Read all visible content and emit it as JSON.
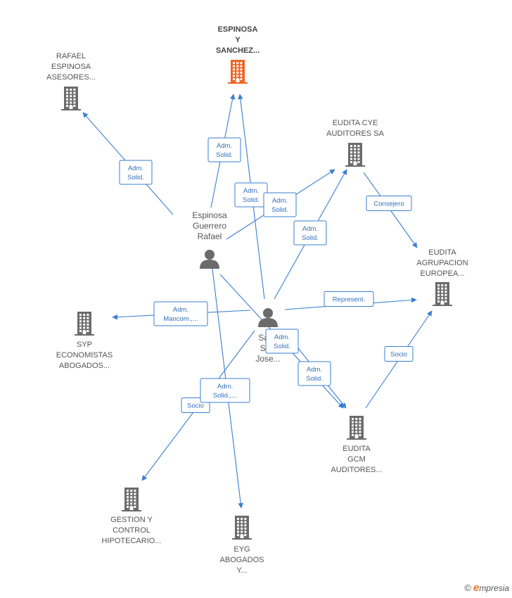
{
  "colors": {
    "edge": "#3a7fd0",
    "company": "#6b6b6b",
    "focus_company": "#f26322",
    "person": "#6b6b6b"
  },
  "nodes": [
    {
      "id": "espinosa-sanchez",
      "kind": "company-focus",
      "label": [
        "ESPINOSA",
        "Y",
        "SANCHEZ..."
      ]
    },
    {
      "id": "rafael-espinosa-asesores",
      "kind": "company",
      "label": [
        "RAFAEL",
        "ESPINOSA",
        "ASESORES..."
      ]
    },
    {
      "id": "eudita-cye",
      "kind": "company",
      "label": [
        "EUDITA CYE",
        "AUDITORES SA"
      ]
    },
    {
      "id": "eudita-agrupacion",
      "kind": "company",
      "label": [
        "EUDITA",
        "AGRUPACION",
        "EUROPEA..."
      ]
    },
    {
      "id": "syp-economistas",
      "kind": "company",
      "label": [
        "SYP",
        "ECONOMISTAS",
        "ABOGADOS..."
      ]
    },
    {
      "id": "eudita-gcm",
      "kind": "company",
      "label": [
        "EUDITA",
        "GCM",
        "AUDITORES..."
      ]
    },
    {
      "id": "gestion-control",
      "kind": "company",
      "label": [
        "GESTION Y",
        "CONTROL",
        "HIPOTECARIO..."
      ]
    },
    {
      "id": "eyg-abogados",
      "kind": "company",
      "label": [
        "EYG",
        "ABOGADOS",
        "Y..."
      ]
    },
    {
      "id": "espinosa-guerrero",
      "kind": "person",
      "label": [
        "Espinosa",
        "Guerrero",
        "Rafael"
      ]
    },
    {
      "id": "sanchez-serrano",
      "kind": "person",
      "label": [
        "Sanc",
        "Serr",
        "Jose..."
      ]
    }
  ],
  "edges": [
    {
      "from": "espinosa-guerrero",
      "to": "rafael-espinosa-asesores",
      "label": [
        "Adm.",
        "Solid."
      ]
    },
    {
      "from": "espinosa-guerrero",
      "to": "espinosa-sanchez",
      "label": [
        "Adm.",
        "Solid."
      ]
    },
    {
      "from": "sanchez-serrano",
      "to": "espinosa-sanchez",
      "label": [
        "Adm.",
        "Solid."
      ]
    },
    {
      "from": "espinosa-guerrero",
      "to": "eudita-cye",
      "label": [
        "Adm.",
        "Solid."
      ]
    },
    {
      "from": "sanchez-serrano",
      "to": "eudita-cye",
      "label": [
        "Adm.",
        "Solid."
      ]
    },
    {
      "from": "eudita-cye",
      "to": "eudita-agrupacion",
      "label": [
        "Consejero"
      ]
    },
    {
      "from": "sanchez-serrano",
      "to": "eudita-agrupacion",
      "label": [
        "Represent."
      ]
    },
    {
      "from": "sanchez-serrano",
      "to": "syp-economistas",
      "label": [
        "Adm.",
        "Mancom.,..."
      ]
    },
    {
      "from": "espinosa-guerrero",
      "to": "eudita-gcm",
      "label": [
        "Adm.",
        "Solid."
      ]
    },
    {
      "from": "sanchez-serrano",
      "to": "eudita-gcm",
      "label": [
        "Adm.",
        "Solid."
      ]
    },
    {
      "from": "eudita-gcm",
      "to": "eudita-agrupacion",
      "label": [
        "Socio"
      ]
    },
    {
      "from": "sanchez-serrano",
      "to": "gestion-control",
      "label": [
        "Socio"
      ]
    },
    {
      "from": "espinosa-guerrero",
      "to": "eyg-abogados",
      "label": [
        "Adm.",
        "Solid.,..."
      ]
    }
  ],
  "footer": {
    "copyright": "©",
    "brand_initial": "e",
    "brand_rest": "mpresia"
  }
}
